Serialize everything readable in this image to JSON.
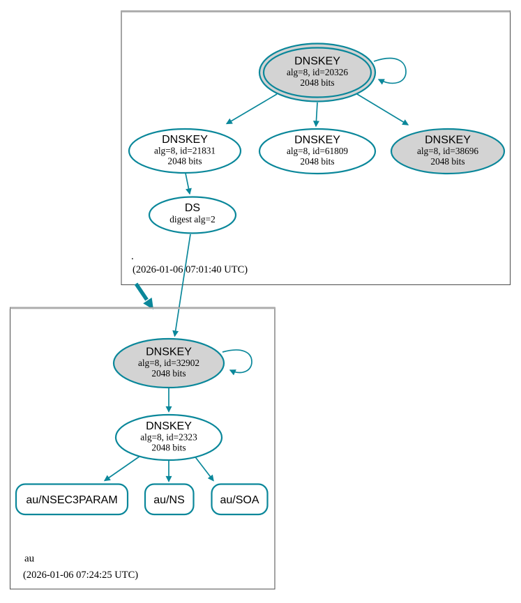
{
  "diagram": {
    "zones": {
      "root": {
        "name": ".",
        "timestamp": "(2026-01-06 07:01:40 UTC)"
      },
      "au": {
        "name": "au",
        "timestamp": "(2026-01-06 07:24:25 UTC)"
      }
    },
    "nodes": {
      "root_ksk": {
        "type": "DNSKEY",
        "detail": "alg=8, id=20326",
        "bits": "2048 bits"
      },
      "root_zsk_21831": {
        "type": "DNSKEY",
        "detail": "alg=8, id=21831",
        "bits": "2048 bits"
      },
      "root_zsk_61809": {
        "type": "DNSKEY",
        "detail": "alg=8, id=61809",
        "bits": "2048 bits"
      },
      "root_ksk_38696": {
        "type": "DNSKEY",
        "detail": "alg=8, id=38696",
        "bits": "2048 bits"
      },
      "ds_au": {
        "type": "DS",
        "detail": "digest alg=2"
      },
      "au_ksk": {
        "type": "DNSKEY",
        "detail": "alg=8, id=32902",
        "bits": "2048 bits"
      },
      "au_zsk": {
        "type": "DNSKEY",
        "detail": "alg=8, id=2323",
        "bits": "2048 bits"
      },
      "rrset_nsec3param": {
        "label": "au/NSEC3PARAM"
      },
      "rrset_ns": {
        "label": "au/NS"
      },
      "rrset_soa": {
        "label": "au/SOA"
      }
    },
    "colors": {
      "secure_edge": "#0a879a",
      "ksk_fill": "#d3d3d3",
      "node_fill": "#ffffff",
      "box_border": "#4a4a4a",
      "box_border_top": "#b0b0b0",
      "text": "#000000"
    }
  }
}
